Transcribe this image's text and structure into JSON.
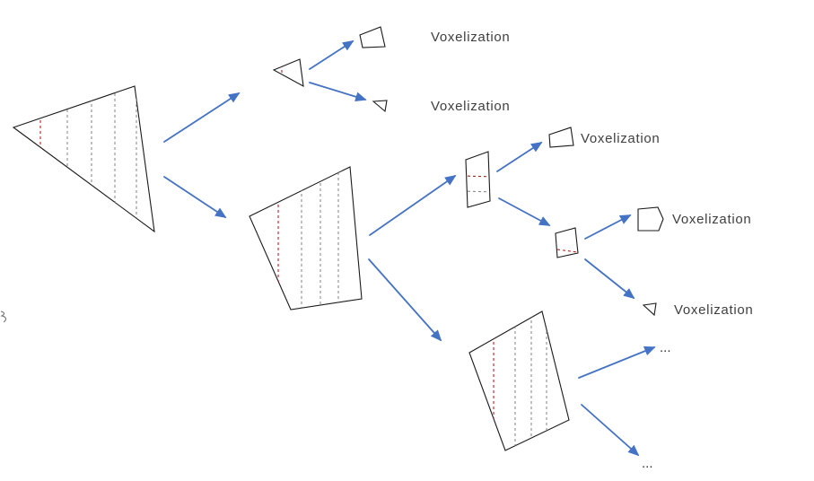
{
  "diagram": {
    "type": "recursive-subdivision-tree",
    "description": "A polygon is recursively split; each branch ends in a Voxelization leaf or continues (...)",
    "background": "#ffffff",
    "colors": {
      "arrow": "#4472c4",
      "shape_outline": "#1a1a1a",
      "interior_dash_gray": "#808080",
      "interior_dash_red": "#c00000",
      "label_text": "#3f3f3f"
    },
    "labels": {
      "voxelization": [
        {
          "text": "Voxelization"
        },
        {
          "text": "Voxelization"
        },
        {
          "text": "Voxelization"
        },
        {
          "text": "Voxelization"
        },
        {
          "text": "Voxelization"
        }
      ],
      "ellipsis": [
        {
          "text": "..."
        },
        {
          "text": "..."
        }
      ]
    },
    "nodes": [
      {
        "name": "root-triangle",
        "shape": "triangle",
        "red_dashes": 1,
        "gray_dashes": 4
      },
      {
        "name": "level1-top-triangle",
        "shape": "triangle",
        "red_dashes": 1,
        "gray_dashes": 0
      },
      {
        "name": "level1-bottom-quad",
        "shape": "quadrilateral",
        "red_dashes": 1,
        "gray_dashes": 3
      },
      {
        "name": "level2-top-leaf-quad",
        "shape": "quadrilateral",
        "label": "Voxelization"
      },
      {
        "name": "level2-bottom-leaf-triangle",
        "shape": "triangle",
        "label": "Voxelization"
      },
      {
        "name": "level2-mid-quad",
        "shape": "quadrilateral",
        "red_dashes": 1,
        "gray_dashes": 1
      },
      {
        "name": "level3-top-leaf-quad",
        "shape": "quadrilateral",
        "label": "Voxelization"
      },
      {
        "name": "level3-mid-quad",
        "shape": "quadrilateral",
        "red_dashes": 1,
        "gray_dashes": 0
      },
      {
        "name": "level3-bottom-quad",
        "shape": "quadrilateral",
        "red_dashes": 1,
        "gray_dashes": 3
      },
      {
        "name": "level4-top-leaf-pentagon",
        "shape": "pentagon",
        "label": "Voxelization"
      },
      {
        "name": "level4-bottom-leaf-triangle",
        "shape": "triangle",
        "label": "Voxelization"
      },
      {
        "name": "continuation-top",
        "label": "..."
      },
      {
        "name": "continuation-bottom",
        "label": "..."
      }
    ]
  }
}
